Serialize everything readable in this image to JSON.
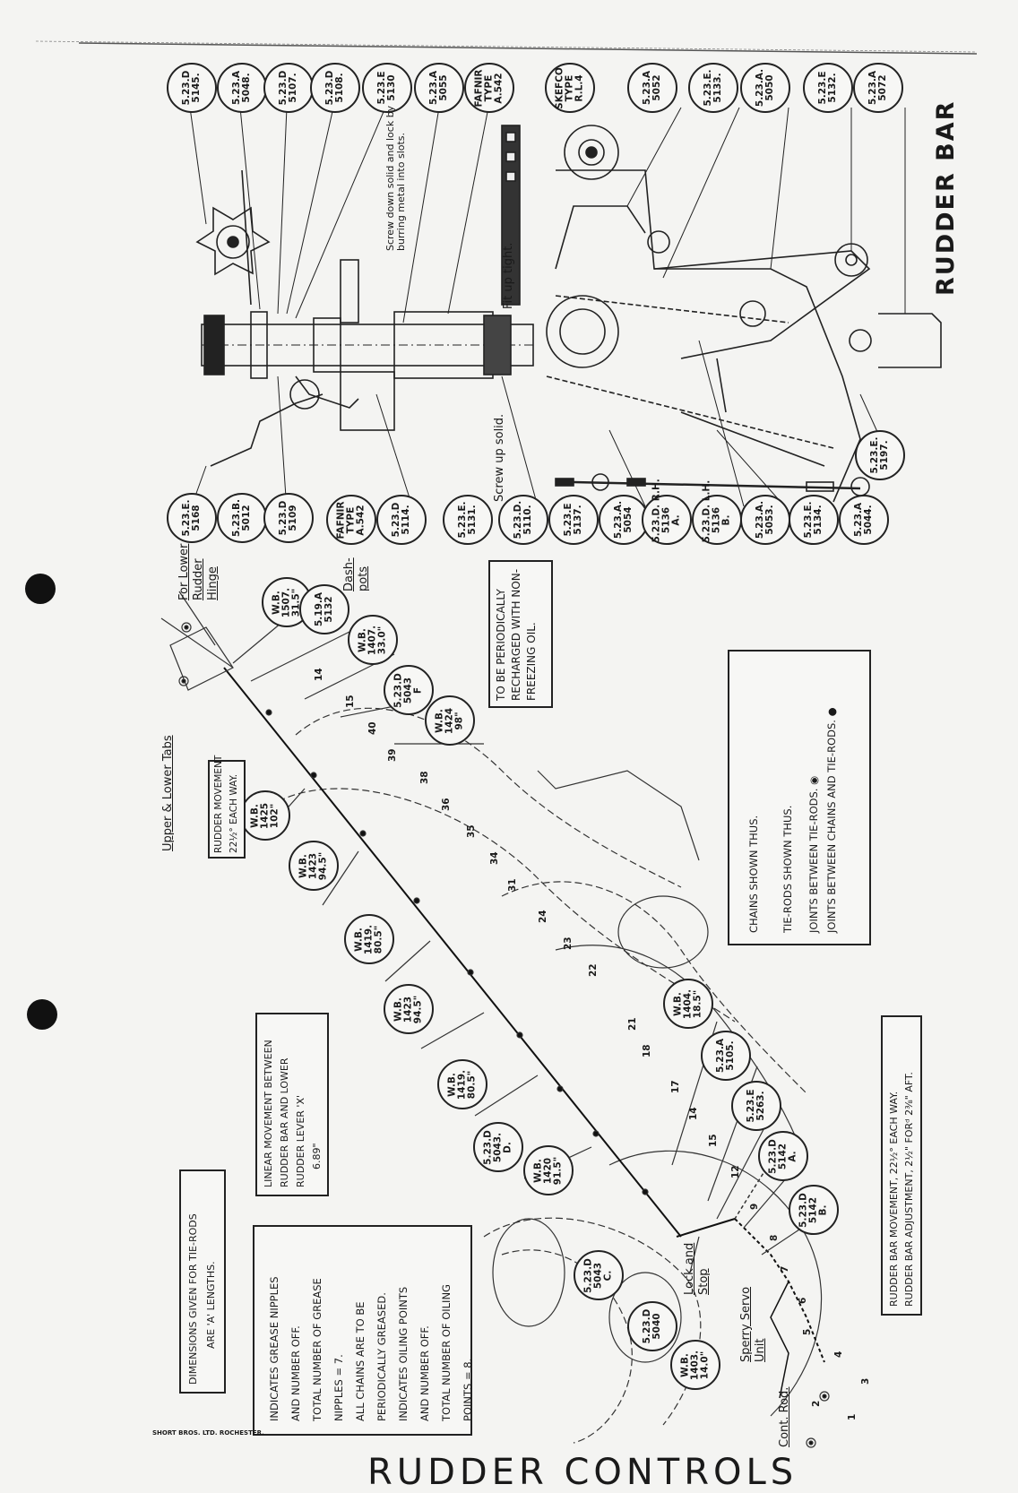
{
  "bottom_title": "RUDDER CONTROLS",
  "rudder_bar_title": "RUDDER BAR",
  "maker": "SHORT BROS. LTD. ROCHESTER.",
  "rudder_bar_callouts_top": [
    {
      "ref": "5.23.D\n5145."
    },
    {
      "ref": "5.23.A\n5048."
    },
    {
      "ref": "5.23.D\n5107."
    },
    {
      "ref": "5.23.D\n5108."
    },
    {
      "ref": "5.23.E\n5130"
    },
    {
      "ref": "5.23.A\n5055"
    },
    {
      "ref": "FAFNIR\nTYPE\nA.542"
    },
    {
      "ref": "SKEFCO\nTYPE\nR.L.4"
    },
    {
      "ref": "5.23.A\n5052"
    },
    {
      "ref": "5.23.E.\n5133."
    },
    {
      "ref": "5.23.A.\n5050"
    },
    {
      "ref": "5.23.E\n5132."
    },
    {
      "ref": "5.23.A\n5072"
    }
  ],
  "rudder_bar_callouts_bottom": [
    {
      "ref": "5.23.E.\n5168"
    },
    {
      "ref": "5.23.B.\n5012"
    },
    {
      "ref": "5.23.D\n5109"
    },
    {
      "ref": "FAFNIR\nTYPE\nA.542"
    },
    {
      "ref": "5.23.D\n5114."
    },
    {
      "ref": "5.23.E.\n5131."
    },
    {
      "ref": "5.23.D.\n5110."
    },
    {
      "ref": "5.23.E\n5137."
    },
    {
      "ref": "5.23.A.\n5054"
    },
    {
      "ref": "5.23.D. R.H.\n5136\nA."
    },
    {
      "ref": "5.23.D. L.H.\n5136\nB."
    },
    {
      "ref": "5.23.A.\n5053."
    },
    {
      "ref": "5.23.E.\n5134."
    },
    {
      "ref": "5.23.A\n5044."
    }
  ],
  "rudder_bar_notes": [
    "Screw down solid and lock by burring metal into slots.",
    "Fit up tight.",
    "Screw up solid.",
    "5.23.E.\n5197."
  ],
  "periodic_note": "To be periodically recharged with Non-Freezing Oil.",
  "legend": {
    "chains": "CHAINS SHOWN THUS.",
    "tierods": "TIE-RODS SHOWN THUS.",
    "joints_tierods": "JOINTS BETWEEN TIE-RODS. ◉",
    "joints_chains": "JOINTS BETWEEN CHAINS AND TIE-RODS. ●"
  },
  "linear_box": [
    "LINEAR MOVEMENT BETWEEN",
    "RUDDER BAR AND LOWER",
    "RUDDER LEVER  'X'",
    "6.89\""
  ],
  "rudder_movement_box": [
    "RUDDER MOVEMENT",
    "22½° EACH WAY."
  ],
  "bar_movement_box": [
    "RUDDER BAR MOVEMENT, 22½° EACH WAY.",
    "RUDDER BAR ADJUSTMENT, 2½\" FORᵈ 2⅜\" AFT."
  ],
  "dimensions_box": [
    "DIMENSIONS GIVEN FOR TIE-RODS",
    "ARE 'A' LENGTHS."
  ],
  "grease_box": [
    "Indicates Grease Nipples",
    "and Number Off.",
    "Total Number of Grease",
    "Nipples = 7.",
    "All Chains are to be",
    "Periodically Greased.",
    "Indicates Oiling Points",
    "and Number Off.",
    "Total Number of Oiling",
    "Points = 8."
  ],
  "labels": {
    "upper_lower_tabs": "Upper & Lower Tabs",
    "lower_rudder_hinge": "For Lower Rudder Hinge",
    "dash_pots": "Dash-pots",
    "lock_stop": "Lock and Stop",
    "sperry": "Sperry Servo Unit",
    "cont_rod": "Cont. Rod."
  },
  "control_callouts": [
    {
      "ref": "W.B.\n1507.\n31.5\""
    },
    {
      "ref": "5.19.A\n5132"
    },
    {
      "ref": "W.B.\n1407.\n33.0\""
    },
    {
      "ref": "5.23.D\n5043\nF"
    },
    {
      "ref": "W.B.\n1424\n98\""
    },
    {
      "ref": "W.B.\n1425\n102\""
    },
    {
      "ref": "W.B.\n1423\n94.5\""
    },
    {
      "ref": "W.B.\n1419.\n80.5\""
    },
    {
      "ref": "W.B.\n1423\n94.5\""
    },
    {
      "ref": "W.B.\n1419.\n80.5\""
    },
    {
      "ref": "5.23.D\n5043.\nD."
    },
    {
      "ref": "W.B.\n1420\n91.5\""
    },
    {
      "ref": "W.B.\n1404.\n18.5\""
    },
    {
      "ref": "5.23.A\n5105."
    },
    {
      "ref": "5.23.E\n5263."
    },
    {
      "ref": "5.23.D\n5142\nA."
    },
    {
      "ref": "5.23.D\n5142\nB."
    },
    {
      "ref": "5.23.D\n5043\nC."
    },
    {
      "ref": "5.23.D\n5040"
    },
    {
      "ref": "W.B.\n1403.\n14.0\""
    }
  ],
  "station_numbers": [
    "14",
    "15",
    "40",
    "39",
    "38",
    "36",
    "35",
    "34",
    "31",
    "24",
    "23",
    "22",
    "21",
    "18",
    "17",
    "14",
    "15",
    "12",
    "9",
    "8",
    "7",
    "6",
    "5",
    "4",
    "3",
    "2",
    "1"
  ]
}
